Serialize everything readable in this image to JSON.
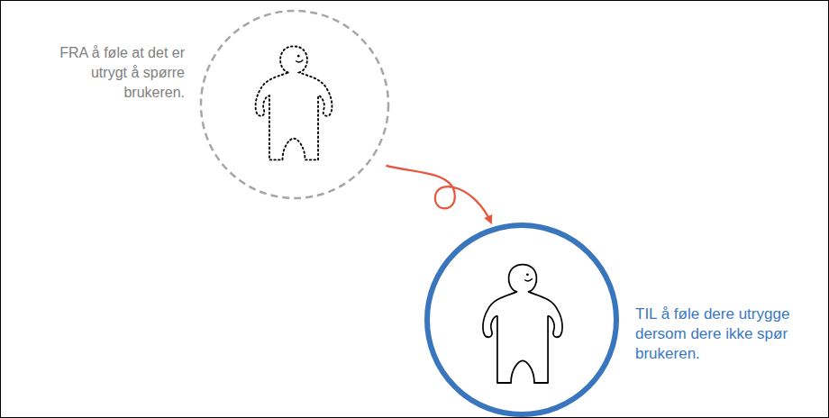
{
  "diagram": {
    "nodes": [
      {
        "text": [
          "FRA å føle at det er utrygt å spørre brukeren."
        ]
      },
      {
        "text": [
          "TIL å føle dere utrygge dersom dere ikke spør brukeren."
        ]
      }
    ],
    "edges": [
      {
        "from": 0,
        "to": 1,
        "arrow": "to"
      }
    ]
  }
}
